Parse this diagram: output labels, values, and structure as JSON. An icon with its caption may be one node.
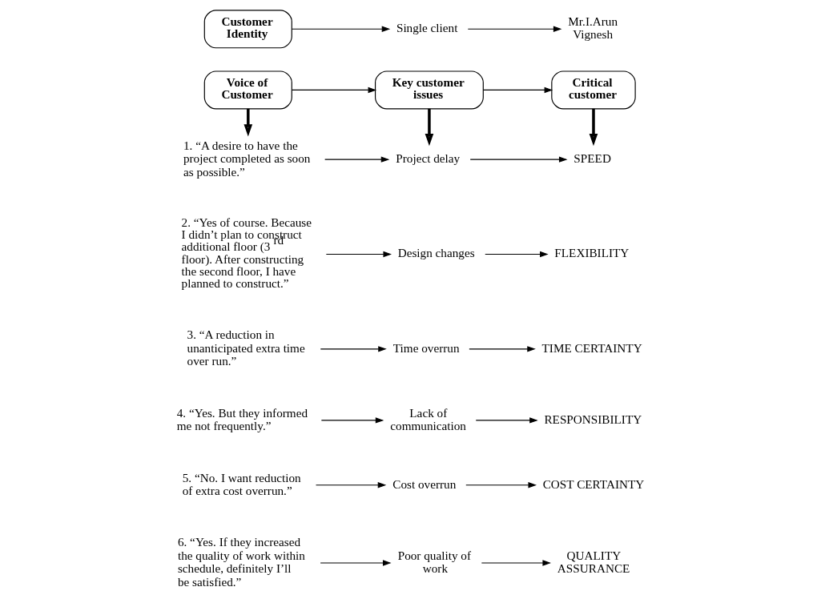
{
  "diagram": {
    "nodes": [
      {
        "text": [
          "Customer Identity"
        ]
      },
      {
        "text": [
          "Single client"
        ]
      },
      {
        "text": [
          "Mr.I.Arun Vignesh"
        ]
      },
      {
        "text": [
          "Voice of Customer"
        ]
      },
      {
        "text": [
          "Key customer issues"
        ]
      },
      {
        "text": [
          "Critical customer"
        ]
      },
      {
        "text": [
          "1. “A desire to have the project completed as soon as possible.”"
        ]
      },
      {
        "text": [
          "2. “Yes of course. Because I didn’t plan to construct additional floor (3$^{rd}$ floor). After constructing the second floor, I have planned to construct.”"
        ]
      },
      {
        "text": [
          "3. “A reduction in unanticipated extra time over run.”"
        ]
      },
      {
        "text": [
          "4. “Yes. But they informed me not frequently.”"
        ]
      },
      {
        "text": [
          "5. “No. I want reduction of extra cost overrun.”"
        ]
      },
      {
        "text": [
          "6. “Yes. If they increased the quality of work within schedule, definitely I’ll be satisfied.”"
        ]
      },
      {
        "text": [
          "Project delay"
        ]
      },
      {
        "text": [
          "Design changes"
        ]
      },
      {
        "text": [
          "Time overrun"
        ]
      },
      {
        "text": [
          "Lack of communication"
        ]
      },
      {
        "text": [
          "Cost overrun"
        ]
      },
      {
        "text": [
          "Poor quality of work"
        ]
      },
      {
        "text": [
          "SPEED"
        ]
      },
      {
        "text": [
          "FLEXIBILITY"
        ]
      },
      {
        "text": [
          "TIME CERTAINTY"
        ]
      },
      {
        "text": [
          "RESPONSIBILITY"
        ]
      },
      {
        "text": [
          "COST CERTAINTY"
        ]
      },
      {
        "text": [
          "QUALITY ASSURANCE"
        ]
      }
    ],
    "edges": [
      {
        "from": 0,
        "to": 1,
        "arrow": "to"
      },
      {
        "from": 1,
        "to": 2,
        "arrow": "to"
      },
      {
        "from": 3,
        "to": 4,
        "arrow": "to"
      },
      {
        "from": 4,
        "to": 5,
        "arrow": "to"
      },
      {
        "from": 3,
        "to": 6,
        "arrow": "to",
        "style": "thick"
      },
      {
        "from": 4,
        "to": 12,
        "arrow": "to",
        "style": "thick"
      },
      {
        "from": 5,
        "to": 18,
        "arrow": "to",
        "style": "thick"
      },
      {
        "from": 6,
        "to": 12,
        "arrow": "to"
      },
      {
        "from": 12,
        "to": 18,
        "arrow": "to"
      },
      {
        "from": 7,
        "to": 13,
        "arrow": "to"
      },
      {
        "from": 13,
        "to": 19,
        "arrow": "to"
      },
      {
        "from": 8,
        "to": 14,
        "arrow": "to"
      },
      {
        "from": 14,
        "to": 20,
        "arrow": "to"
      },
      {
        "from": 9,
        "to": 15,
        "arrow": "to"
      },
      {
        "from": 15,
        "to": 21,
        "arrow": "to"
      },
      {
        "from": 10,
        "to": 16,
        "arrow": "to"
      },
      {
        "from": 16,
        "to": 22,
        "arrow": "to"
      },
      {
        "from": 11,
        "to": 17,
        "arrow": "to"
      },
      {
        "from": 17,
        "to": 23,
        "arrow": "to"
      }
    ]
  }
}
